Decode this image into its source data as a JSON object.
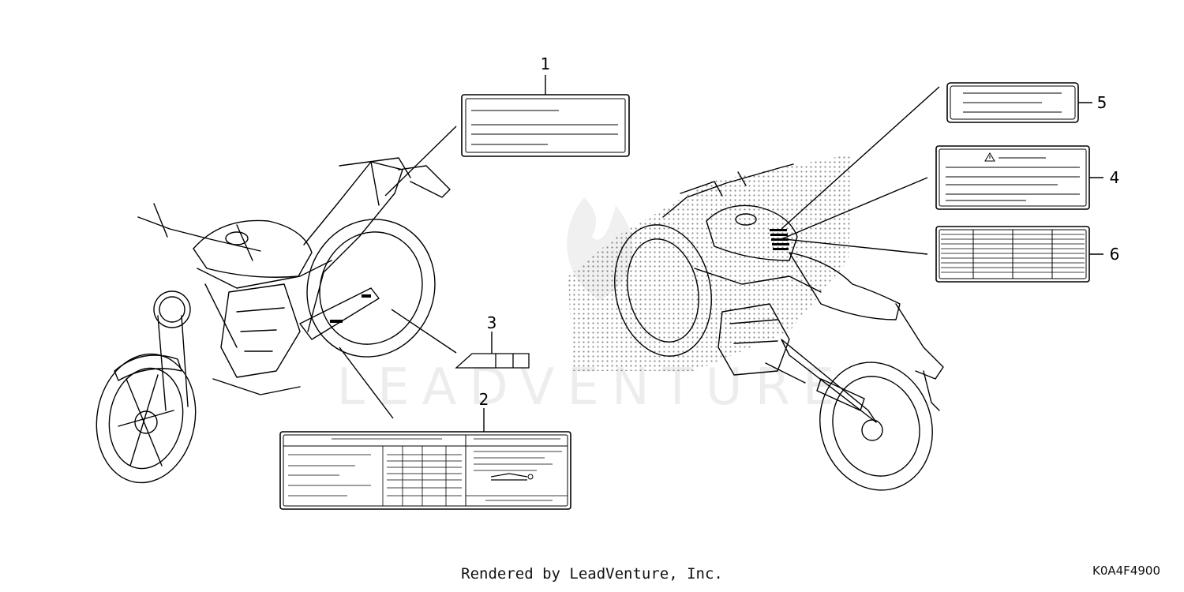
{
  "callouts": [
    "1",
    "2",
    "3",
    "4",
    "5",
    "6"
  ],
  "watermark": "LEADVENTURE",
  "footer": {
    "credit": "Rendered by LeadVenture, Inc.",
    "code": "K0A4F4900"
  }
}
